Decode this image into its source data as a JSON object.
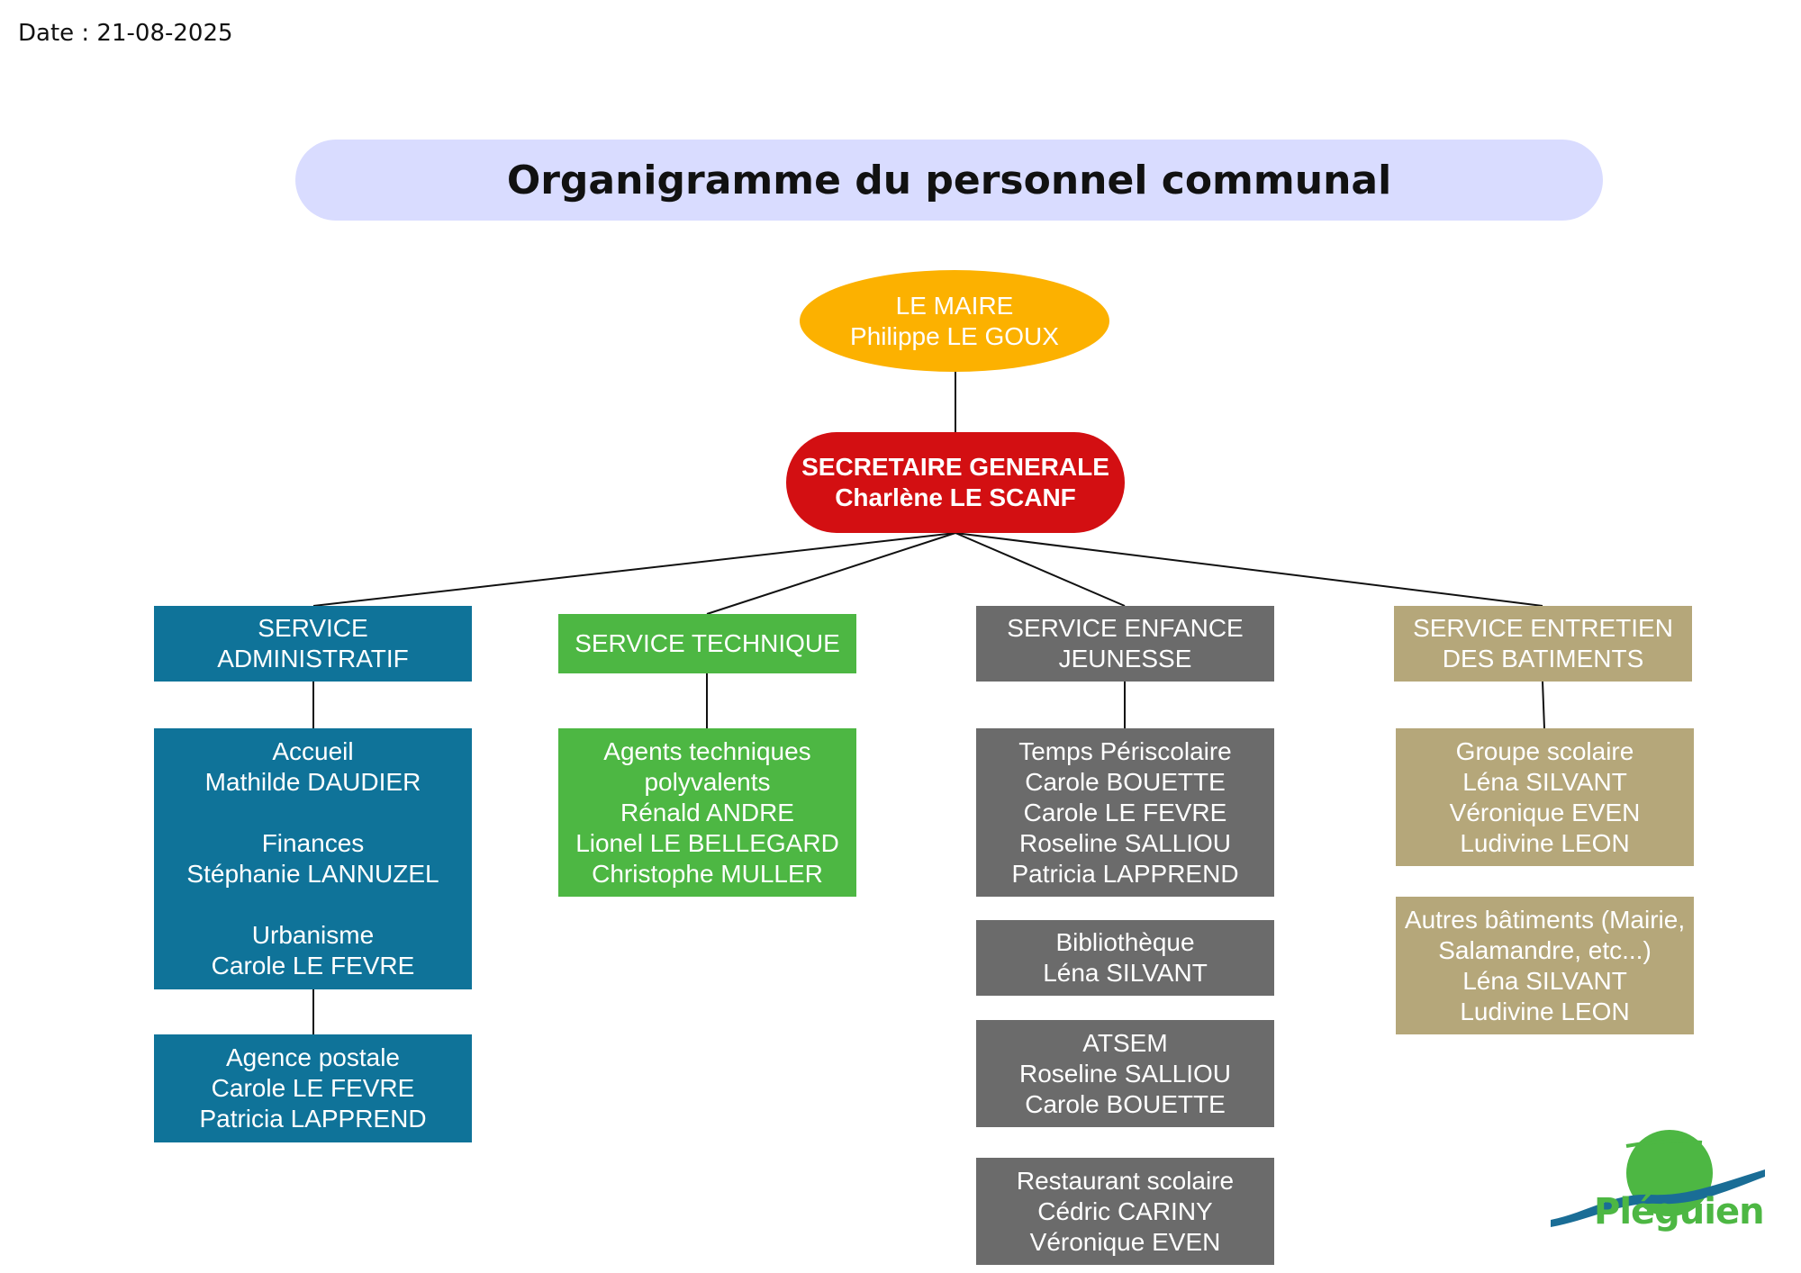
{
  "date": "Date : 21-08-2025",
  "title": "Organigramme du personnel communal",
  "mayor": {
    "lines": [
      "LE MAIRE",
      "Philippe LE GOUX"
    ]
  },
  "secretary": {
    "lines": [
      "SECRETAIRE GENERALE",
      "Charlène LE SCANF"
    ]
  },
  "services": {
    "admin": {
      "lines": [
        "SERVICE",
        "ADMINISTRATIF"
      ]
    },
    "tech": {
      "lines": [
        "SERVICE TECHNIQUE"
      ]
    },
    "enfance": {
      "lines": [
        "SERVICE ENFANCE",
        "JEUNESSE"
      ]
    },
    "entretien": {
      "lines": [
        "SERVICE ENTRETIEN",
        "DES BATIMENTS"
      ]
    }
  },
  "units": {
    "admin_main": {
      "lines": [
        "Accueil",
        "Mathilde DAUDIER",
        "",
        "Finances",
        "Stéphanie LANNUZEL",
        "",
        "Urbanisme",
        "Carole LE FEVRE"
      ]
    },
    "admin_postal": {
      "lines": [
        "Agence postale",
        "Carole LE FEVRE",
        "Patricia LAPPREND"
      ]
    },
    "tech_agents": {
      "lines": [
        "Agents techniques",
        "polyvalents",
        "Rénald ANDRE",
        "Lionel LE BELLEGARD",
        "Christophe MULLER"
      ]
    },
    "enfance_peri": {
      "lines": [
        "Temps Périscolaire",
        "Carole BOUETTE",
        "Carole LE FEVRE",
        "Roseline SALLIOU",
        "Patricia LAPPREND"
      ]
    },
    "enfance_biblio": {
      "lines": [
        "Bibliothèque",
        "Léna SILVANT"
      ]
    },
    "enfance_atsem": {
      "lines": [
        "ATSEM",
        "Roseline SALLIOU",
        "Carole BOUETTE"
      ]
    },
    "enfance_resto": {
      "lines": [
        "Restaurant scolaire",
        "Cédric CARINY",
        "Véronique EVEN"
      ]
    },
    "entretien_groupe": {
      "lines": [
        "Groupe scolaire",
        "Léna SILVANT",
        "Véronique EVEN",
        "Ludivine LEON"
      ]
    },
    "entretien_autres": {
      "lines": [
        "Autres bâtiments (Mairie,",
        "Salamandre, etc...)",
        "Léna SILVANT",
        "Ludivine LEON"
      ]
    }
  },
  "logo": {
    "text": "Pléguien"
  },
  "colors": {
    "title_bg": "#d9dcff",
    "mayor": "#fcb100",
    "secretary": "#d30f12",
    "admin": "#0f7399",
    "tech": "#4db743",
    "enfance": "#6b6b6b",
    "entretien": "#b5a77a"
  }
}
